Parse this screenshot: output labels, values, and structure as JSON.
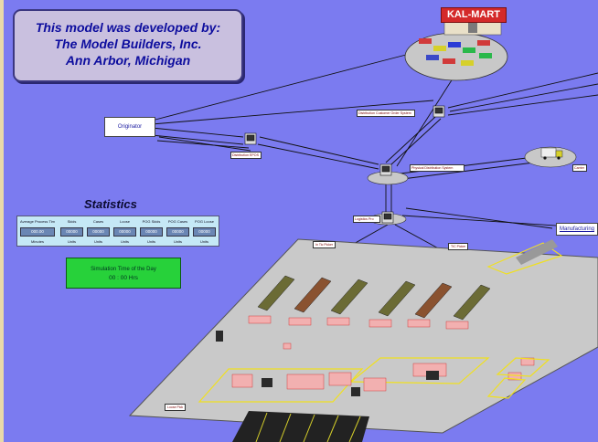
{
  "credits": {
    "line1": "This model was developed by:",
    "line2": "The Model Builders, Inc.",
    "line3": "Ann Arbor, Michigan"
  },
  "store": {
    "name": "KAL-MART"
  },
  "nodes": {
    "originator": "Originator",
    "manufacturing": "Manufacturing",
    "customer_order": "Distribution Customer Order System",
    "edi": "Distribution EPOS",
    "physical_distribution": "Physical Distribution System",
    "logistics": "Logistics Pro",
    "truck": "Carrier"
  },
  "statistics": {
    "title": "Statistics",
    "columns": [
      {
        "header": "Average Process Tim",
        "value": "000.00",
        "unit": "Minutes"
      },
      {
        "header": "Skids",
        "value": "00000",
        "unit": "Units"
      },
      {
        "header": "Cases",
        "value": "00000",
        "unit": "Units"
      },
      {
        "header": "Loose",
        "value": "00000",
        "unit": "Units"
      },
      {
        "header": "POG Skids",
        "value": "00000",
        "unit": "Units"
      },
      {
        "header": "POG Cases",
        "value": "00000",
        "unit": "Units"
      },
      {
        "header": "POG Loose",
        "value": "00000",
        "unit": "Units"
      }
    ]
  },
  "simulation": {
    "label": "Simulation Time of the Day",
    "time": "00 : 00",
    "unit": "Hrs"
  },
  "floor_labels": {
    "in_tic_picker": "In Tic Picker",
    "tic_picker": "TIC Picker",
    "loose_pick": "Loose Pick"
  },
  "colors": {
    "background": "#7b7bf0",
    "floor": "#c9c9c9",
    "zone_outline": "#f0e020",
    "store_sign": "#d42a2a",
    "sim_panel": "#27d13a",
    "stats_panel": "#c5e8f6"
  }
}
